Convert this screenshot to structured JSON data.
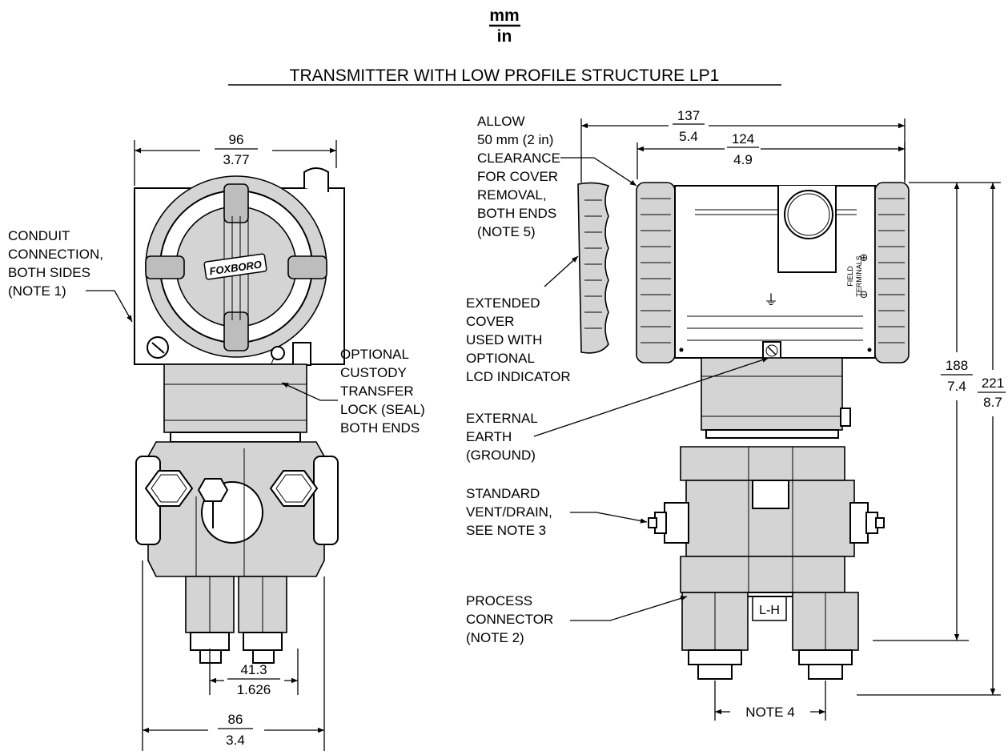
{
  "units": {
    "primary": "mm",
    "secondary": "in"
  },
  "title": "TRANSMITTER WITH LOW PROFILE STRUCTURE LP1",
  "logo_text": "FOXBORO",
  "dimensions": {
    "front_width_top": {
      "mm": "96",
      "in": "3.77"
    },
    "front_process_spacing": {
      "mm": "41.3",
      "in": "1.626"
    },
    "front_width_bottom": {
      "mm": "86",
      "in": "3.4"
    },
    "side_width_overall": {
      "mm": "137",
      "in": "5.4"
    },
    "side_width_housing": {
      "mm": "124",
      "in": "4.9"
    },
    "height_to_process": {
      "mm": "188",
      "in": "7.4"
    },
    "height_overall": {
      "mm": "221",
      "in": "8.7"
    },
    "note4": "NOTE 4"
  },
  "callouts": {
    "conduit": [
      "CONDUIT",
      "CONNECTION,",
      "BOTH SIDES",
      "(NOTE 1)"
    ],
    "custody": [
      "OPTIONAL",
      "CUSTODY",
      "TRANSFER",
      "LOCK (SEAL)",
      "BOTH ENDS"
    ],
    "allow": [
      "ALLOW",
      "50 mm (2 in)",
      "CLEARANCE",
      "FOR COVER",
      "REMOVAL,",
      "BOTH ENDS",
      "(NOTE 5)"
    ],
    "extended": [
      "EXTENDED",
      "COVER",
      "USED WITH",
      "OPTIONAL",
      "LCD INDICATOR"
    ],
    "earth": [
      "EXTERNAL",
      "EARTH",
      "(GROUND)"
    ],
    "vent": [
      "STANDARD",
      "VENT/DRAIN,",
      "SEE NOTE 3"
    ],
    "process": [
      "PROCESS",
      "CONNECTOR",
      "(NOTE 2)"
    ]
  },
  "housing_labels": {
    "field_terminals": [
      "FIELD",
      "TERMINALS"
    ],
    "plus": "⊕",
    "minus": "⊖",
    "ground_symbol": "⏚",
    "l_h": "L-H"
  }
}
